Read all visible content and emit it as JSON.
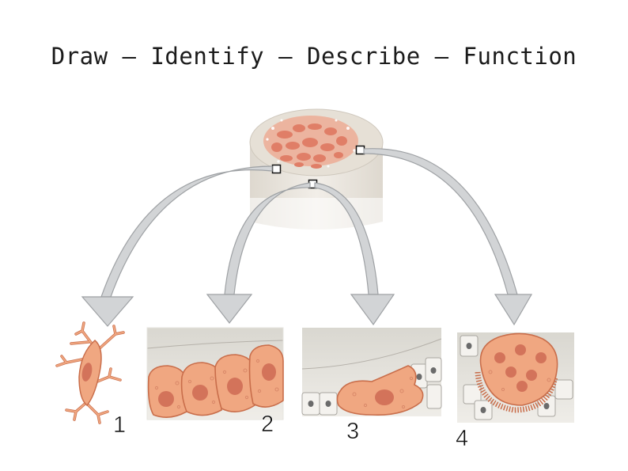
{
  "title": "Draw – Identify – Describe – Function",
  "panels": [
    {
      "number": "1"
    },
    {
      "number": "2"
    },
    {
      "number": "3"
    },
    {
      "number": "4"
    }
  ],
  "colors": {
    "cell": "#f0a781",
    "cell_outline": "#c96e4b",
    "nucleus": "#d3735a",
    "arrow": "#d2d4d6",
    "arrow_outline": "#9ea1a4",
    "bone": "#e7e3dc"
  }
}
